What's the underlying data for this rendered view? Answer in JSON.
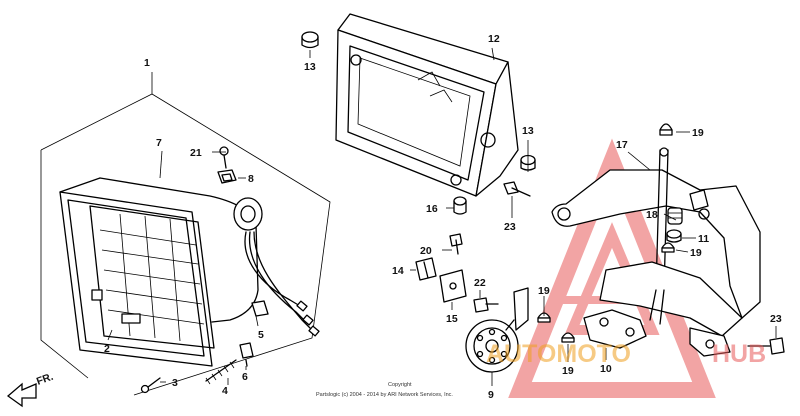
{
  "diagram": {
    "callouts": {
      "c1": "1",
      "c2": "2",
      "c3": "3",
      "c4": "4",
      "c5": "5",
      "c6": "6",
      "c7": "7",
      "c8": "8",
      "c9": "9",
      "c10": "10",
      "c11": "11",
      "c12": "12",
      "c13a": "13",
      "c13b": "13",
      "c14": "14",
      "c15": "15",
      "c16": "16",
      "c17": "17",
      "c18": "18",
      "c19a": "19",
      "c19b": "19",
      "c19c": "19",
      "c19d": "19",
      "c20": "20",
      "c21": "21",
      "c22": "22",
      "c23a": "23",
      "c23b": "23"
    },
    "front_label": "FR.",
    "copyright_title": "Copyright",
    "copyright_line": "Partslogic (c) 2004 - 2014 by ARI Network Services, Inc.",
    "watermark": {
      "text": "AUTOMOTO HUB",
      "left_text": "AUTOMOTO",
      "right_text": "HUB",
      "color_primary": "#e85a5a",
      "color_secondary": "#f0a020"
    }
  }
}
